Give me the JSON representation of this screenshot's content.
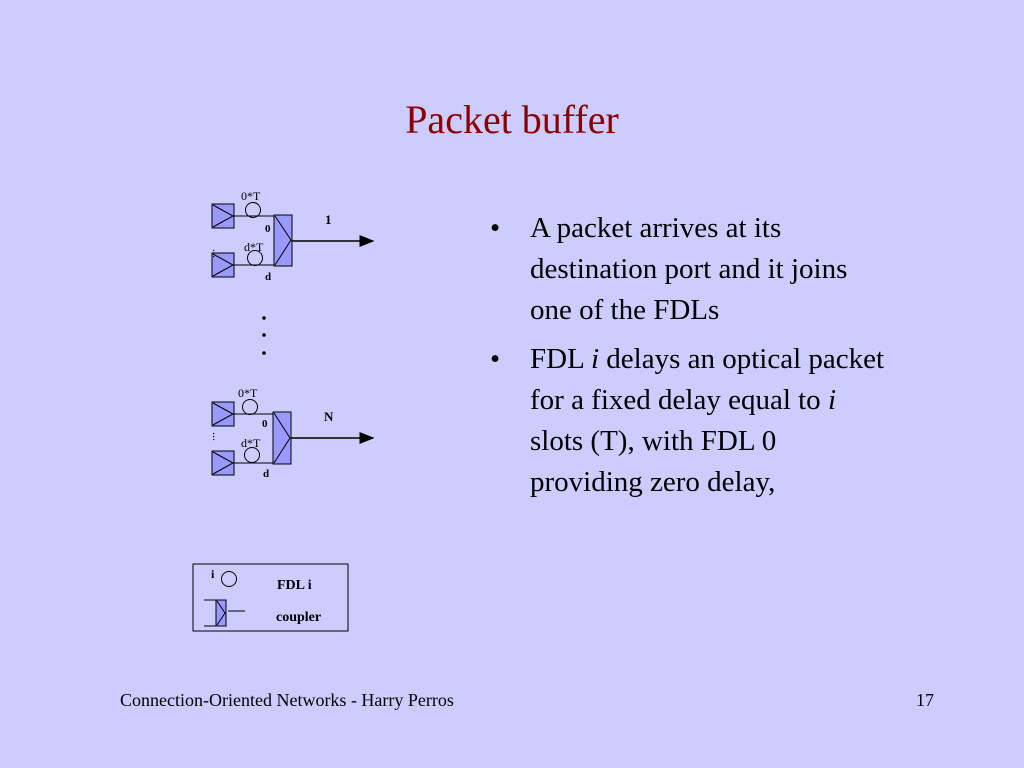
{
  "slide": {
    "title": "Packet buffer",
    "footer": "Connection-Oriented Networks - Harry Perros",
    "page_number": "17"
  },
  "bullets": [
    {
      "parts": [
        "A packet arrives at its destination port and it joins one of the FDLs"
      ]
    },
    {
      "parts": [
        "FDL ",
        "i",
        " delays an optical packet for a fixed delay equal to ",
        "i",
        " slots (T), with FDL 0 providing zero delay,"
      ]
    }
  ],
  "diagram": {
    "port_top": {
      "label_delay_0": "0*T",
      "label_index_0": "0",
      "label_delay_d": "d*T",
      "label_index_d": "d",
      "output": "1"
    },
    "port_bottom": {
      "label_delay_0": "0*T",
      "label_index_0": "0",
      "label_delay_d": "d*T",
      "label_index_d": "d",
      "output": "N"
    },
    "legend": {
      "fdl_index": "i",
      "fdl_label": "FDL i",
      "coupler_label": "coupler"
    }
  },
  "colors": {
    "background": "#ccccff",
    "title": "#8b0000",
    "component_fill": "#9999ff"
  }
}
